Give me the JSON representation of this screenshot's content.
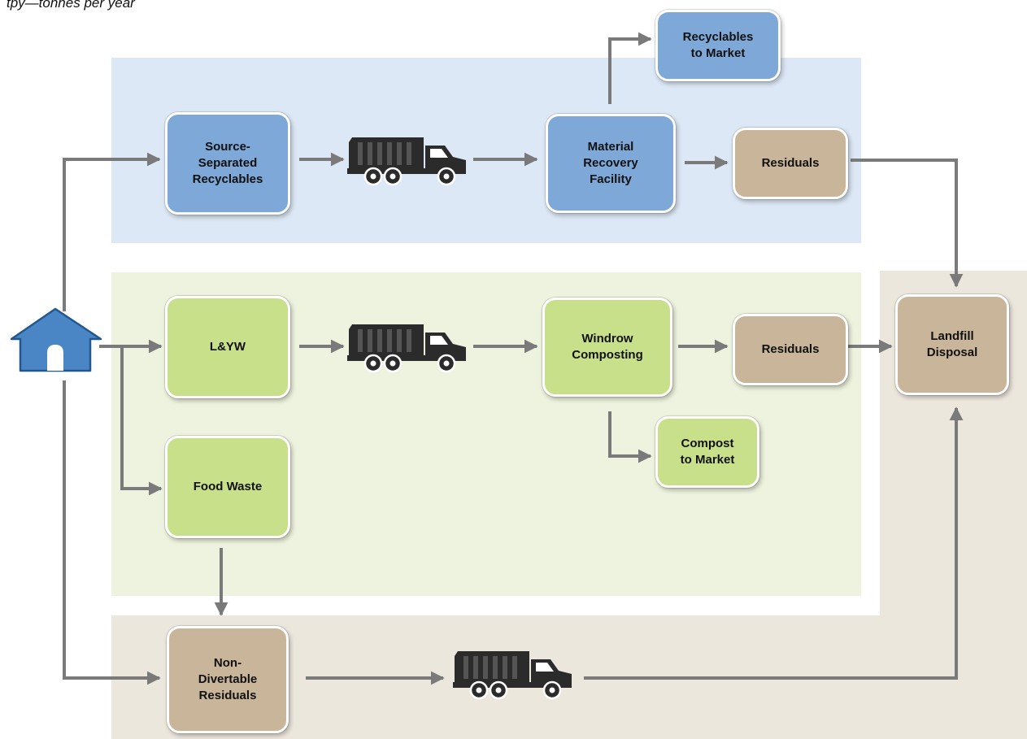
{
  "caption": "tpy—tonnes per year",
  "colors": {
    "band_blue": "#dce8f5",
    "band_green": "#edf3de",
    "band_tan": "#ece7dd",
    "node_blue": "#7ea8d8",
    "node_green": "#c9e08a",
    "node_tan": "#c9b69a",
    "arrow": "#7a7a7a",
    "truck": "#2b2b2b",
    "house": "#4a86c5"
  },
  "icons": {
    "origin": "house-icon",
    "transport": "garbage-truck-icon"
  },
  "nodes": {
    "source_separated": "Source-\nSeparated\nRecyclables",
    "mrf": "Material\nRecovery\nFacility",
    "recyclables_market": "Recyclables\nto Market",
    "residuals_top": "Residuals",
    "lyw": "L&YW",
    "windrow": "Windrow\nComposting",
    "residuals_mid": "Residuals",
    "compost_market": "Compost\nto Market",
    "food_waste": "Food Waste",
    "landfill": "Landfill\nDisposal",
    "non_divertable": "Non-\nDivertable\nResiduals"
  }
}
